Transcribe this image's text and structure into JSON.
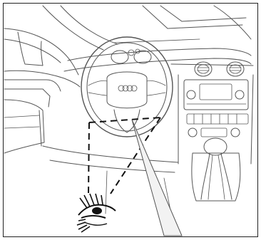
{
  "illustration": {
    "subject": "car-interior-steering-wheel",
    "icons": [
      "eye-icon",
      "steering-wheel",
      "audi-logo",
      "gear-shift",
      "dashboard"
    ],
    "colors": {
      "line": "#555555",
      "frame": "#222222",
      "dash": "#111111",
      "background": "#ffffff",
      "callout_fill": "#f2f2f2"
    }
  }
}
